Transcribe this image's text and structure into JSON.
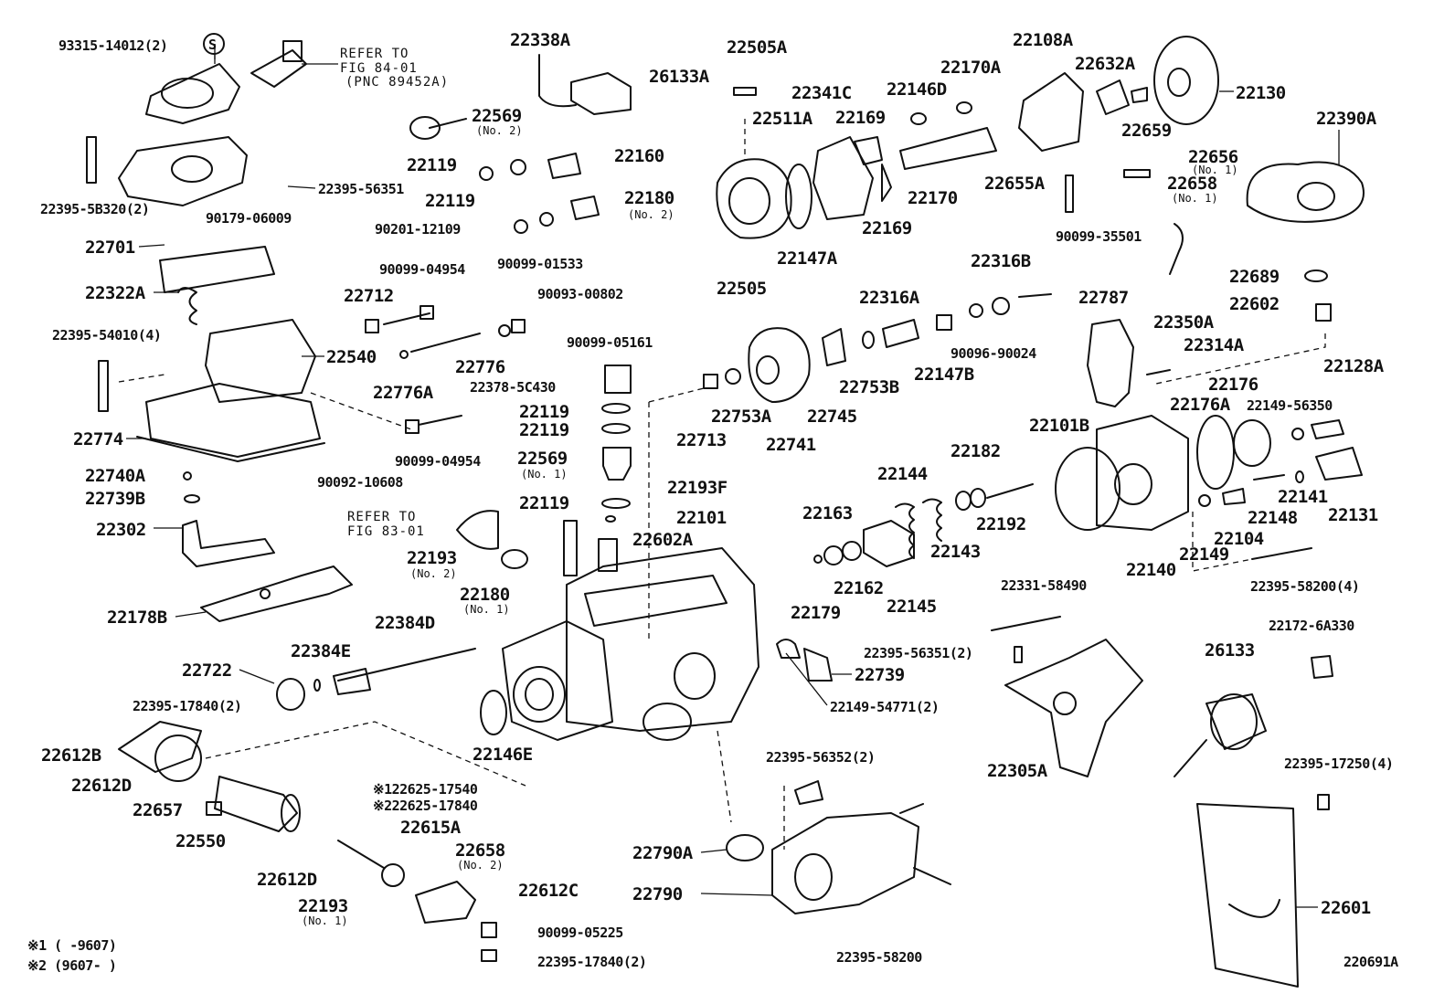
{
  "diagram_id": "220691A",
  "footnotes": [
    "※1 (      -9607)",
    "※2 (9607-      )"
  ],
  "labels": {
    "l93315_14012": "93315-14012(2)",
    "circS": "S",
    "refer1a": "REFER TO",
    "refer1b": "FIG 84-01",
    "refer1c": "(PNC 89452A)",
    "l22395_5b320": "22395-5B320(2)",
    "l22395_56351": "22395-56351",
    "l90179_06009": "90179-06009",
    "l22701": "22701",
    "l22322a": "22322A",
    "l22395_54010": "22395-54010(4)",
    "l22540": "22540",
    "l22774": "22774",
    "l22740a": "22740A",
    "l22739b": "22739B",
    "l22302": "22302",
    "l22178b": "22178B",
    "l22338a": "22338A",
    "l26133a": "26133A",
    "l22569_2": "22569",
    "n22569_2": "(No. 2)",
    "l22119a": "22119",
    "l22119b": "22119",
    "l22160": "22160",
    "l22180_2": "22180",
    "n22180_2": "(No. 2)",
    "l90201_12109": "90201-12109",
    "l90099_01533": "90099-01533",
    "l90099_04954a": "90099-04954",
    "l22712": "22712",
    "l90093_00802": "90093-00802",
    "l22776": "22776",
    "l22776a": "22776A",
    "l22378_5c430": "22378-5C430",
    "l90099_05161": "90099-05161",
    "l22119c": "22119",
    "l22119d": "22119",
    "l22569_1": "22569",
    "n22569_1": "(No. 1)",
    "l22119e": "22119",
    "l90099_04954b": "90099-04954",
    "l90092_10608": "90092-10608",
    "refer2a": "REFER TO",
    "refer2b": "FIG 83-01",
    "l22193_2": "22193",
    "n22193_2": "(No. 2)",
    "l22180_1": "22180",
    "n22180_1": "(No. 1)",
    "l22193f": "22193F",
    "l22602a": "22602A",
    "l22101": "22101",
    "l22384d": "22384D",
    "l22384e": "22384E",
    "l22722": "22722",
    "l22395_17840a": "22395-17840(2)",
    "l22612b": "22612B",
    "l22612d_a": "22612D",
    "l22657": "22657",
    "l22550": "22550",
    "l22146e": "22146E",
    "l122625": "※122625-17540",
    "l222625": "※222625-17840",
    "l22615a": "22615A",
    "l22658_2": "22658",
    "n22658_2": "(No. 2)",
    "l22612d_b": "22612D",
    "l22612c": "22612C",
    "l22193_1": "22193",
    "n22193_1": "(No. 1)",
    "l90099_05225": "90099-05225",
    "l22395_17840b": "22395-17840(2)",
    "l22505a": "22505A",
    "l22341c": "22341C",
    "l22511a": "22511A",
    "l22505": "22505",
    "l22147a": "22147A",
    "l22169a": "22169",
    "l22169b": "22169",
    "l22146d": "22146D",
    "l22170a": "22170A",
    "l22170": "22170",
    "l22108a": "22108A",
    "l22632a": "22632A",
    "l22659": "22659",
    "l22130": "22130",
    "l22656": "22656",
    "n22656": "(No. 1)",
    "l22658_1": "22658",
    "n22658_1": "(No. 1)",
    "l22655a": "22655A",
    "l90099_35501": "90099-35501",
    "l22316a": "22316A",
    "l22316b": "22316B",
    "l22787": "22787",
    "l90096_90024": "90096-90024",
    "l22147b": "22147B",
    "l22753b": "22753B",
    "l22745": "22745",
    "l22741": "22741",
    "l22753a": "22753A",
    "l22713": "22713",
    "l22144": "22144",
    "l22182": "22182",
    "l22192": "22192",
    "l22143": "22143",
    "l22163": "22163",
    "l22162": "22162",
    "l22145": "22145",
    "l22179": "22179",
    "l22395_56351_2": "22395-56351(2)",
    "l22739": "22739",
    "l22149_54771": "22149-54771(2)",
    "l22331_58490": "22331-58490",
    "l22305a": "22305A",
    "l22395_56352": "22395-56352(2)",
    "l22790a": "22790A",
    "l22790": "22790",
    "l22395_58200": "22395-58200",
    "l22390a": "22390A",
    "l22689": "22689",
    "l22602": "22602",
    "l22350a": "22350A",
    "l22314a": "22314A",
    "l22128a": "22128A",
    "l22176": "22176",
    "l22176a": "22176A",
    "l22149_56350": "22149-56350",
    "l22101b": "22101B",
    "l22131": "22131",
    "l22141": "22141",
    "l22148": "22148",
    "l22104": "22104",
    "l22149": "22149",
    "l22140": "22140",
    "l22395_58200_4": "22395-58200(4)",
    "l22172_6a330": "22172-6A330",
    "l26133": "26133",
    "l22395_17250": "22395-17250(4)",
    "l22601": "22601"
  }
}
